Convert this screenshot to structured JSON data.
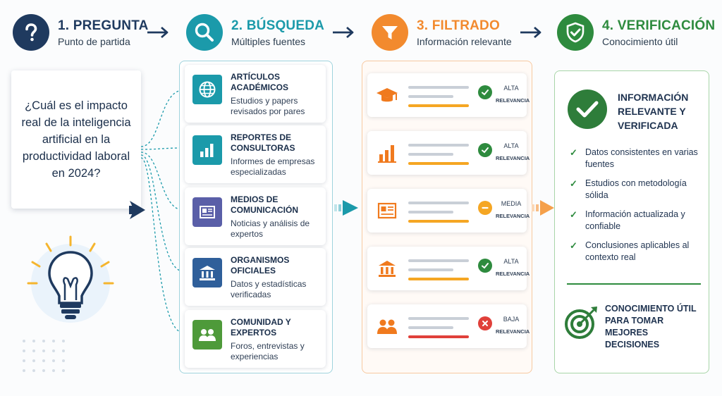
{
  "steps": [
    {
      "title": "1. PREGUNTA",
      "subtitle": "Punto de partida",
      "color": "#1f3a5f",
      "icon": "question-mark-icon"
    },
    {
      "title": "2. BÚSQUEDA",
      "subtitle": "Múltiples fuentes",
      "color": "#1b9aaa",
      "icon": "magnifier-icon"
    },
    {
      "title": "3. FILTRADO",
      "subtitle": "Información relevante",
      "color": "#f28a2e",
      "icon": "funnel-icon"
    },
    {
      "title": "4. VERIFICACIÓN",
      "subtitle": "Conocimiento útil",
      "color": "#2e8b3e",
      "icon": "shield-check-icon"
    }
  ],
  "question": "¿Cuál es el impacto real de la inteligencia artificial en la productividad laboral en 2024?",
  "sources": [
    {
      "title": "ARTÍCULOS ACADÉMICOS",
      "description": "Estudios y papers revisados por pares",
      "icon": "globe-icon",
      "color": "#1b9aaa"
    },
    {
      "title": "REPORTES DE CONSULTORAS",
      "description": "Informes de empresas especializadas",
      "icon": "bar-chart-icon",
      "color": "#1b9aaa"
    },
    {
      "title": "MEDIOS DE COMUNICACIÓN",
      "description": "Noticias y análisis de expertos",
      "icon": "newspaper-icon",
      "color": "#5a5fa8"
    },
    {
      "title": "ORGANISMOS OFICIALES",
      "description": "Datos y estadísticas verificadas",
      "icon": "government-building-icon",
      "color": "#2f5f9a"
    },
    {
      "title": "COMUNIDAD Y EXPERTOS",
      "description": "Foros, entrevistas y experiencias",
      "icon": "people-icon",
      "color": "#4e9a3a"
    }
  ],
  "filtered": [
    {
      "icon": "graduation-cap-icon",
      "status": "check",
      "level": "ALTA",
      "label": "RELEVANCIA",
      "status_color": "#2e8b3e",
      "line_color": "#f5a623"
    },
    {
      "icon": "bar-chart-icon",
      "status": "check",
      "level": "ALTA",
      "label": "RELEVANCIA",
      "status_color": "#2e8b3e",
      "line_color": "#f5a623"
    },
    {
      "icon": "newspaper-icon",
      "status": "dash",
      "level": "MEDIA",
      "label": "RELEVANCIA",
      "status_color": "#f5a623",
      "line_color": "#f5a623"
    },
    {
      "icon": "government-building-icon",
      "status": "check",
      "level": "ALTA",
      "label": "RELEVANCIA",
      "status_color": "#2e8b3e",
      "line_color": "#f5a623"
    },
    {
      "icon": "people-icon",
      "status": "cross",
      "level": "BAJA",
      "label": "RELEVANCIA",
      "status_color": "#e0403a",
      "line_color": "#e0403a"
    }
  ],
  "verification": {
    "title": "INFORMACIÓN RELEVANTE Y VERIFICADA",
    "items": [
      "Datos consistentes en varias fuentes",
      "Estudios con metodología sólida",
      "Información actualizada y confiable",
      "Conclusiones aplicables al contexto real"
    ],
    "outcome": "CONOCIMIENTO ÚTIL PARA TOMAR MEJORES DECISIONES"
  }
}
